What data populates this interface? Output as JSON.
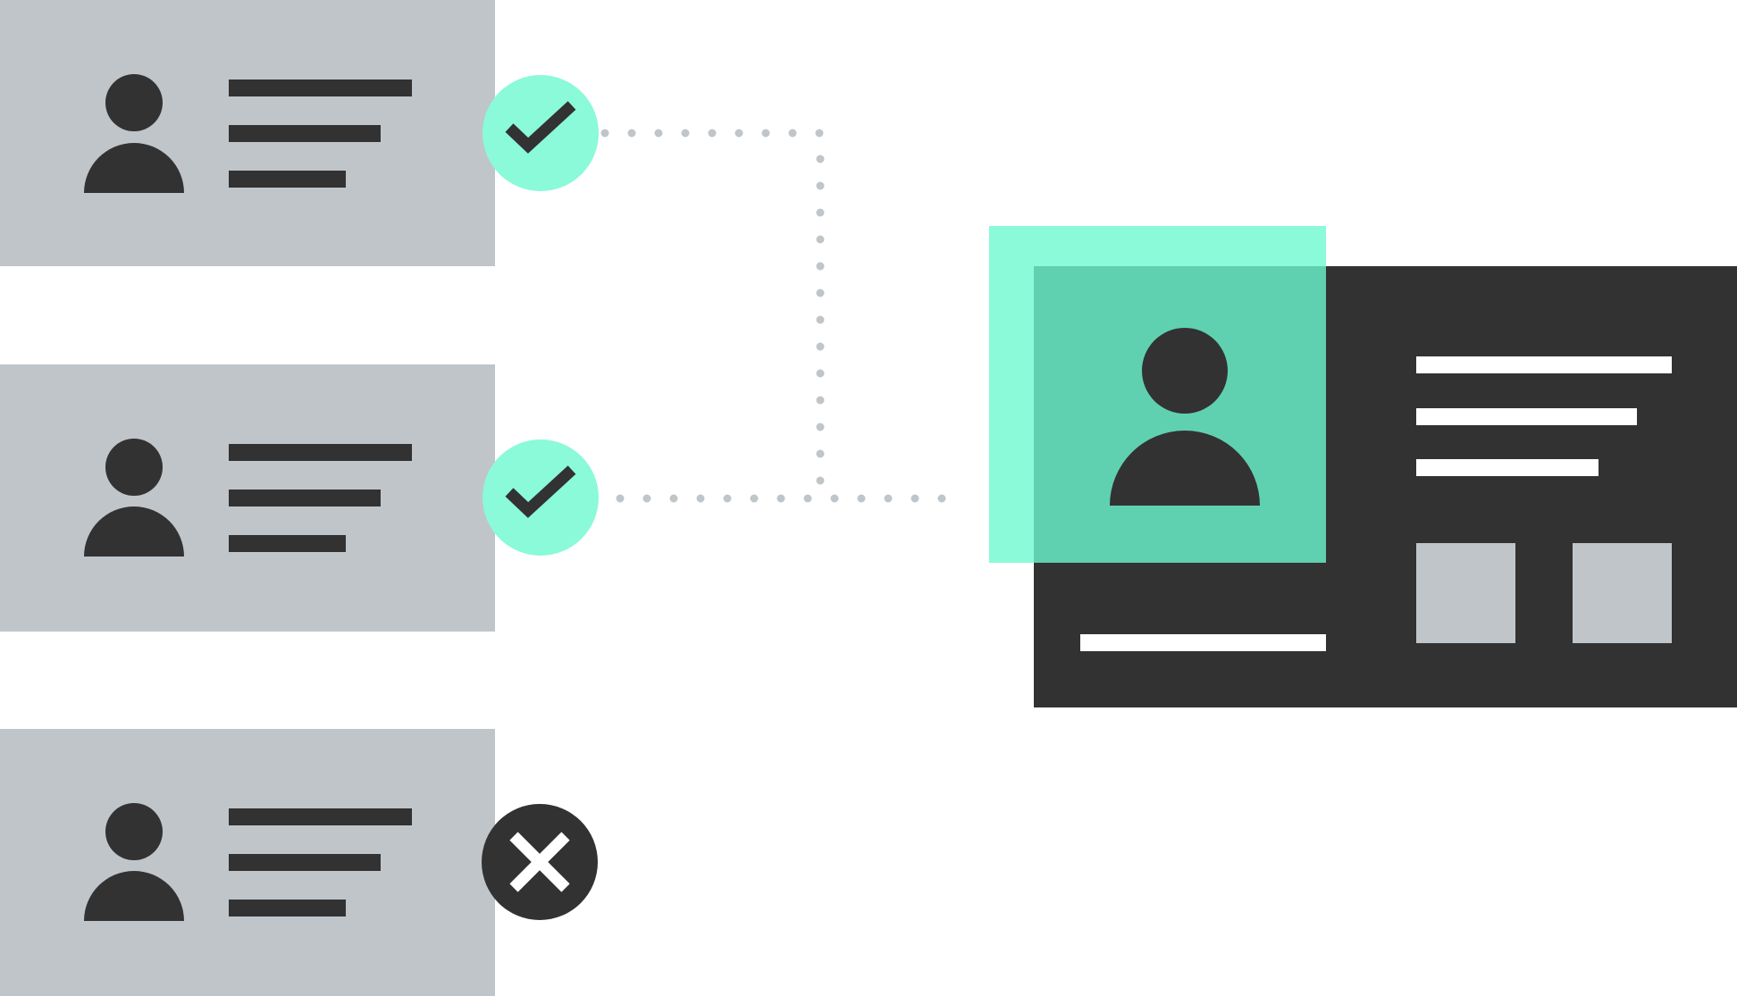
{
  "colors": {
    "background": "#ffffff",
    "card_gray": "#c0c5c9",
    "dark": "#323232",
    "accent": "#8afad8",
    "accent_overlap": "#60d1b0",
    "dots": "#c0c5c9",
    "white": "#ffffff"
  },
  "profile_cards": [
    {
      "status": "approved",
      "status_icon": "check-icon"
    },
    {
      "status": "approved",
      "status_icon": "check-icon"
    },
    {
      "status": "rejected",
      "status_icon": "close-icon"
    }
  ],
  "connectors": [
    {
      "from_card": 1,
      "style": "dotted"
    },
    {
      "from_card": 2,
      "style": "dotted"
    }
  ],
  "merged_profile": {
    "avatar_icon": "user-icon",
    "highlight": "accent"
  }
}
